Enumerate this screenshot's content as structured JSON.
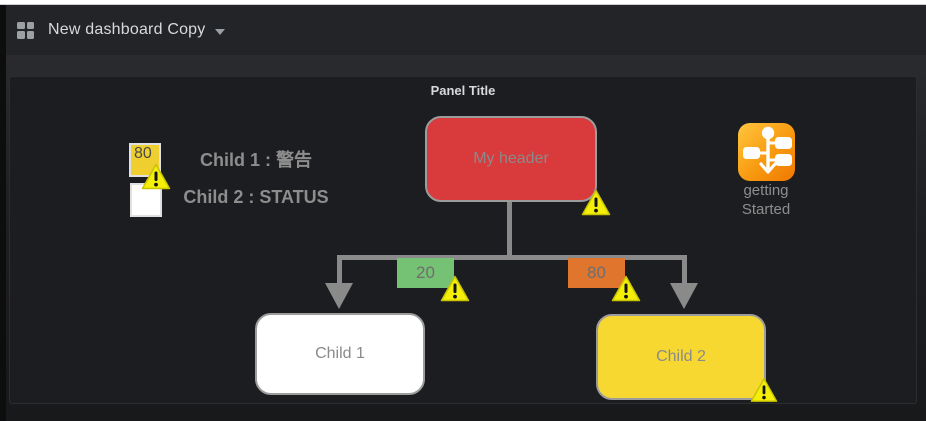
{
  "navbar": {
    "title": "New dashboard Copy"
  },
  "panel": {
    "title": "Panel Title",
    "legend": {
      "items": [
        {
          "swatch_value": "80",
          "swatch_color": "#eecf2f",
          "label": "Child 1 : 警告",
          "warning": true
        },
        {
          "swatch_value": "",
          "swatch_color": "#ffffff",
          "label": "Child 2 : STATUS",
          "warning": false
        }
      ]
    },
    "diagram": {
      "nodes": [
        {
          "id": "header",
          "label": "My header",
          "color": "#d93a3c",
          "warning": true
        },
        {
          "id": "child1",
          "label": "Child 1",
          "color": "#ffffff",
          "warning": false
        },
        {
          "id": "child2",
          "label": "Child 2",
          "color": "#f7d831",
          "warning": true
        }
      ],
      "edges": [
        {
          "from": "header",
          "to": "child1",
          "value": "20",
          "color": "#76c275",
          "warning": true
        },
        {
          "from": "header",
          "to": "child2",
          "value": "80",
          "color": "#e0752d",
          "warning": true
        }
      ]
    },
    "getting_started": {
      "label_line1": "getting",
      "label_line2": "Started"
    }
  },
  "colors": {
    "navbar_bg": "#222427",
    "panel_bg": "#1c1d20",
    "connector": "#8a8a8a",
    "warning_yellow": "#f4ee09",
    "header_node": "#d93a3c",
    "child2_node": "#f7d831",
    "edge_20": "#76c275",
    "edge_80": "#e0752d",
    "getting_started_icon": "#f89000",
    "text_muted": "#8d8d8d",
    "text_light": "#d8d9da"
  }
}
